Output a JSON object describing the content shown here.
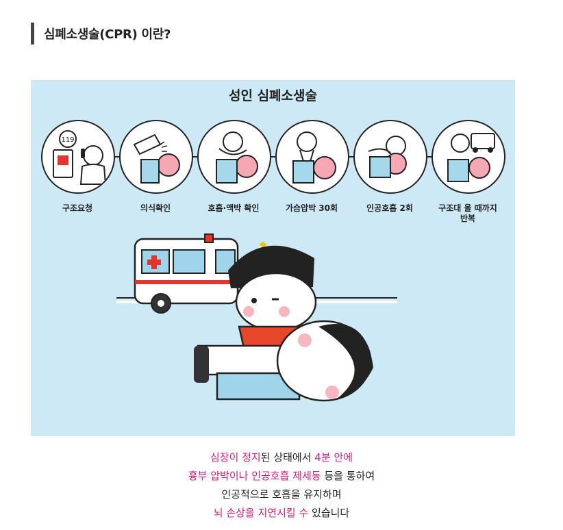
{
  "heading": {
    "title": "심폐소생술(CPR) 이란?"
  },
  "figure": {
    "title": "성인 심폐소생술",
    "phone_number": "119",
    "steps": [
      {
        "label": "구조요청"
      },
      {
        "label": "의식확인"
      },
      {
        "label": "호흡·맥박 확인"
      },
      {
        "label": "가슴압박 30회"
      },
      {
        "label": "인공호흡 2회"
      },
      {
        "label_line1": "구조대 올 때까지",
        "label_line2": "반복"
      }
    ]
  },
  "caption": {
    "line1": {
      "a": "심장이 정지",
      "b": "된 상태에서 ",
      "c": "4분 안에"
    },
    "line2": {
      "a": "흉부 압박이나 인공호흡 제세동",
      "b": " 등을 통하여"
    },
    "line3": {
      "a": "인공적으로 호흡을 유지하며"
    },
    "line4": {
      "a": "뇌 손상을 지연시킬 수",
      "b": " 있습니다"
    }
  },
  "colors": {
    "accent": "#e5197c",
    "figure_bg": "#cde9f5",
    "heading_bar": "#444444"
  }
}
